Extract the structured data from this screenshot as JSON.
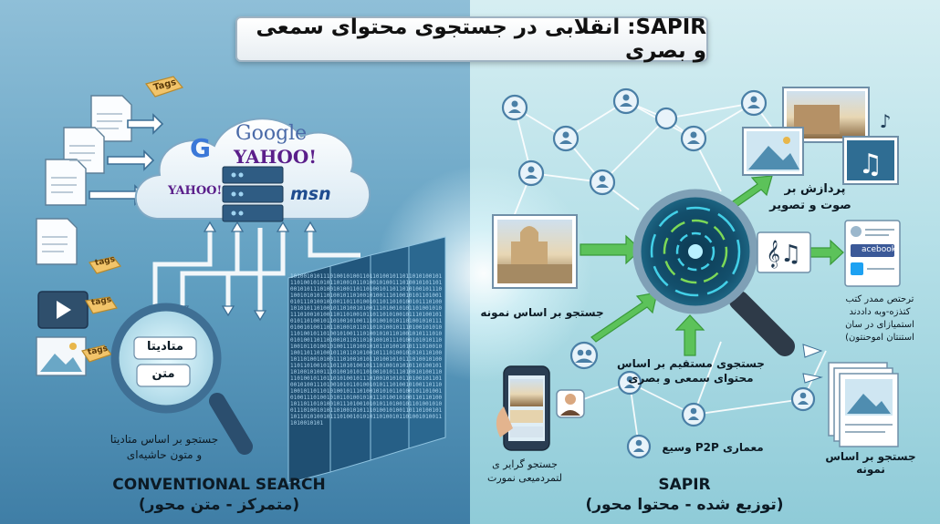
{
  "title": "SAPIR: انقلابی در جستجوی محتوای سمعی و بصری",
  "left": {
    "brands": {
      "google": "Google",
      "google_g": "G",
      "yahoo": "YAHOO!",
      "yahoo_small": "YAHOO!",
      "msn": "msn"
    },
    "tag_label": "Tags",
    "tag_label_small": "tags",
    "lens_item1": "متادیتا",
    "lens_item2": "متن",
    "lens_caption_line1": "جستجو بر اساس متادیتا",
    "lens_caption_line2": "و متون حاشیه‌ای",
    "section_title": "CONVENTIONAL SEARCH",
    "section_subtitle": "(متمرکز - متن محور)",
    "binary_text": "10100101011101001010011011010010110110101001011101001010101101001011010010100111010010101"
  },
  "right": {
    "processing_line1": "پردازش بر",
    "processing_line2": "صوت و تصویر",
    "query_by_example": "جستجو بر اساس نمونه",
    "direct_search_line1": "جستجوی مستقیم بر اساس",
    "direct_search_line2": "محتوای سمعی و بصری",
    "p2p": "معماری P2P وسیع",
    "mobile_line1": "جستجو گرایر ی",
    "mobile_line2": "لتمردمیعی نمورت",
    "social_line1": "ترحتص ممدر کتب",
    "social_line2": "کتذزه-وبه داددند",
    "social_line3": "استمیازای در سان",
    "social_line4": "استنتان اموحنتون)",
    "facebook": "acebook",
    "result_by_example": "جستجو بر اساس نمونه",
    "section_title": "SAPIR",
    "section_subtitle": "(توزیع شده - محتوا محور)"
  },
  "colors": {
    "accent_green": "#5cc25a",
    "node_blue": "#4a7fa6",
    "tag_orange": "#f2c46a"
  }
}
